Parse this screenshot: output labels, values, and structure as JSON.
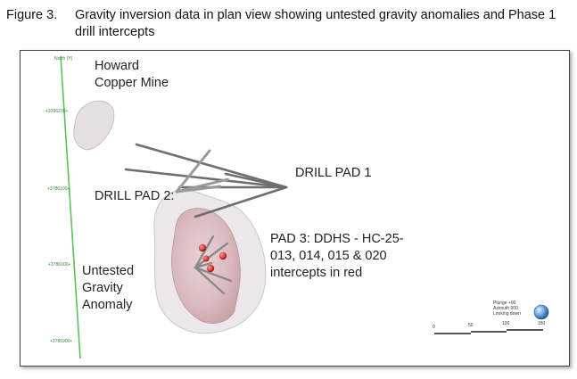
{
  "caption": {
    "number": "Figure 3.",
    "text": "Gravity inversion data in plan view  showing untested gravity anomalies and Phase 1 drill intercepts"
  },
  "labels": {
    "howard_line1": "Howard",
    "howard_line2": "Copper Mine",
    "drill_pad_1": "DRILL PAD 1",
    "drill_pad_2": "DRILL PAD 2:",
    "pad3_line1": "PAD 3: DDHS - HC-25-",
    "pad3_line2": "013, 014, 015 & 020",
    "pad3_line3": "intercepts in red",
    "untested_line1": "Untested",
    "untested_line2": "Gravity",
    "untested_line3": "Anomaly"
  },
  "axis": {
    "title": "North (Y)",
    "ticks": [
      "+3786200+",
      "+3786100+",
      "+3786000+",
      "+3785900+"
    ]
  },
  "orientation": {
    "line1": "Plunge +90",
    "line2": "Azimuth 000",
    "line3": "Looking down"
  },
  "scale_bar": {
    "labels": [
      "0",
      "50",
      "100",
      "150"
    ]
  },
  "colors": {
    "axis_green": "#5cbf5c",
    "intercept_red": "#d01818",
    "drill_trace": "#6f6f6f"
  }
}
